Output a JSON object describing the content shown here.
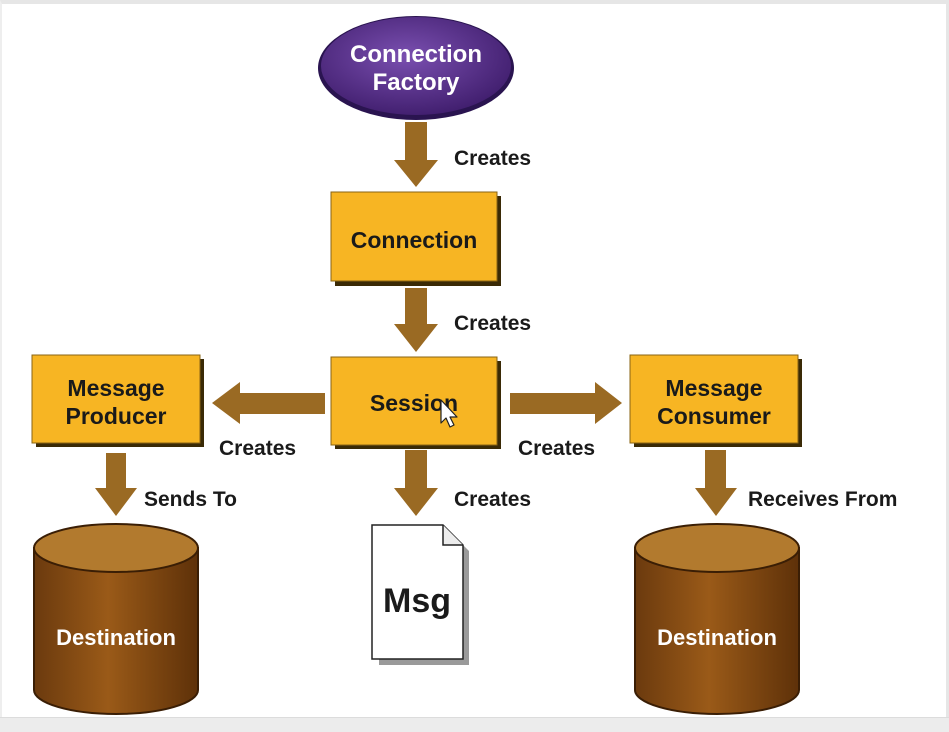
{
  "colors": {
    "box_fill": "#f7b523",
    "box_shadow": "#3a2a06",
    "arrow": "#9a6a23",
    "ellipse_fill": "#5b2f8f",
    "cylinder_body": "#8b4d12",
    "cylinder_top": "#b27a2e",
    "text_dark": "#1a1a1a",
    "text_light": "#ffffff"
  },
  "nodes": {
    "connection_factory": {
      "line1": "Connection",
      "line2": "Factory"
    },
    "connection": {
      "label": "Connection"
    },
    "session": {
      "label": "Session"
    },
    "producer": {
      "line1": "Message",
      "line2": "Producer"
    },
    "consumer": {
      "line1": "Message",
      "line2": "Consumer"
    },
    "msg": {
      "label": "Msg"
    },
    "dest_left": {
      "label": "Destination"
    },
    "dest_right": {
      "label": "Destination"
    }
  },
  "edges": {
    "factory_to_connection": "Creates",
    "connection_to_session": "Creates",
    "session_to_producer": "Creates",
    "session_to_consumer": "Creates",
    "session_to_msg": "Creates",
    "producer_to_destination": "Sends To",
    "consumer_to_destination": "Receives From"
  }
}
